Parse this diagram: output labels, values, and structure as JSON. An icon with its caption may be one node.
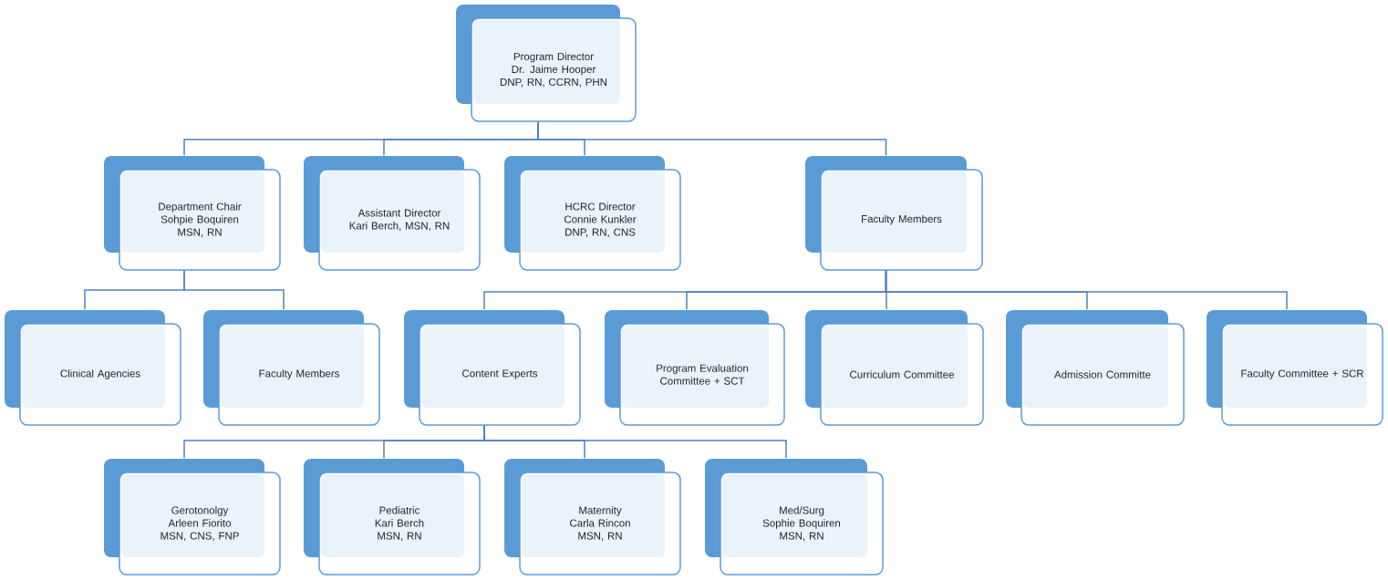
{
  "diagram": {
    "nodes": [
      {
        "text": [
          "Program Director",
          "Dr. Jaime Hooper",
          "DNP, RN, CCRN, PHN"
        ]
      },
      {
        "text": [
          "Department Chair",
          "Sohpie Boquiren",
          "MSN, RN"
        ]
      },
      {
        "text": [
          "Assistant Director",
          "Kari Berch, MSN, RN"
        ]
      },
      {
        "text": [
          "HCRC Director",
          "Connie Kunkler",
          "DNP, RN, CNS"
        ]
      },
      {
        "text": [
          "Faculty Members"
        ]
      },
      {
        "text": [
          "Clinical Agencies"
        ]
      },
      {
        "text": [
          "Faculty Members"
        ]
      },
      {
        "text": [
          "Content Experts"
        ]
      },
      {
        "text": [
          "Program Evaluation Committee + SCT"
        ]
      },
      {
        "text": [
          "Curriculum Committee"
        ]
      },
      {
        "text": [
          "Admission Committe"
        ]
      },
      {
        "text": [
          "Faculty Committee + SCR"
        ]
      },
      {
        "text": [
          "Gerotonolgy",
          "Arleen Fiorito",
          "MSN, CNS, FNP"
        ]
      },
      {
        "text": [
          "Pediatric",
          "Kari Berch",
          "MSN, RN"
        ]
      },
      {
        "text": [
          "Maternity",
          "Carla Rincon",
          "MSN, RN"
        ]
      },
      {
        "text": [
          "Med/Surg",
          "Sophie Boquiren",
          "MSN, RN"
        ]
      }
    ],
    "edges": [
      {
        "from": 0,
        "to": 1,
        "arrow": "none"
      },
      {
        "from": 0,
        "to": 2,
        "arrow": "none"
      },
      {
        "from": 0,
        "to": 3,
        "arrow": "none"
      },
      {
        "from": 0,
        "to": 4,
        "arrow": "none"
      },
      {
        "from": 1,
        "to": 5,
        "arrow": "none"
      },
      {
        "from": 1,
        "to": 6,
        "arrow": "none"
      },
      {
        "from": 4,
        "to": 7,
        "arrow": "none"
      },
      {
        "from": 4,
        "to": 8,
        "arrow": "none"
      },
      {
        "from": 4,
        "to": 9,
        "arrow": "none"
      },
      {
        "from": 4,
        "to": 10,
        "arrow": "none"
      },
      {
        "from": 4,
        "to": 11,
        "arrow": "none"
      },
      {
        "from": 7,
        "to": 12,
        "arrow": "none"
      },
      {
        "from": 7,
        "to": 13,
        "arrow": "none"
      },
      {
        "from": 7,
        "to": 14,
        "arrow": "none"
      },
      {
        "from": 7,
        "to": 15,
        "arrow": "none"
      }
    ]
  }
}
